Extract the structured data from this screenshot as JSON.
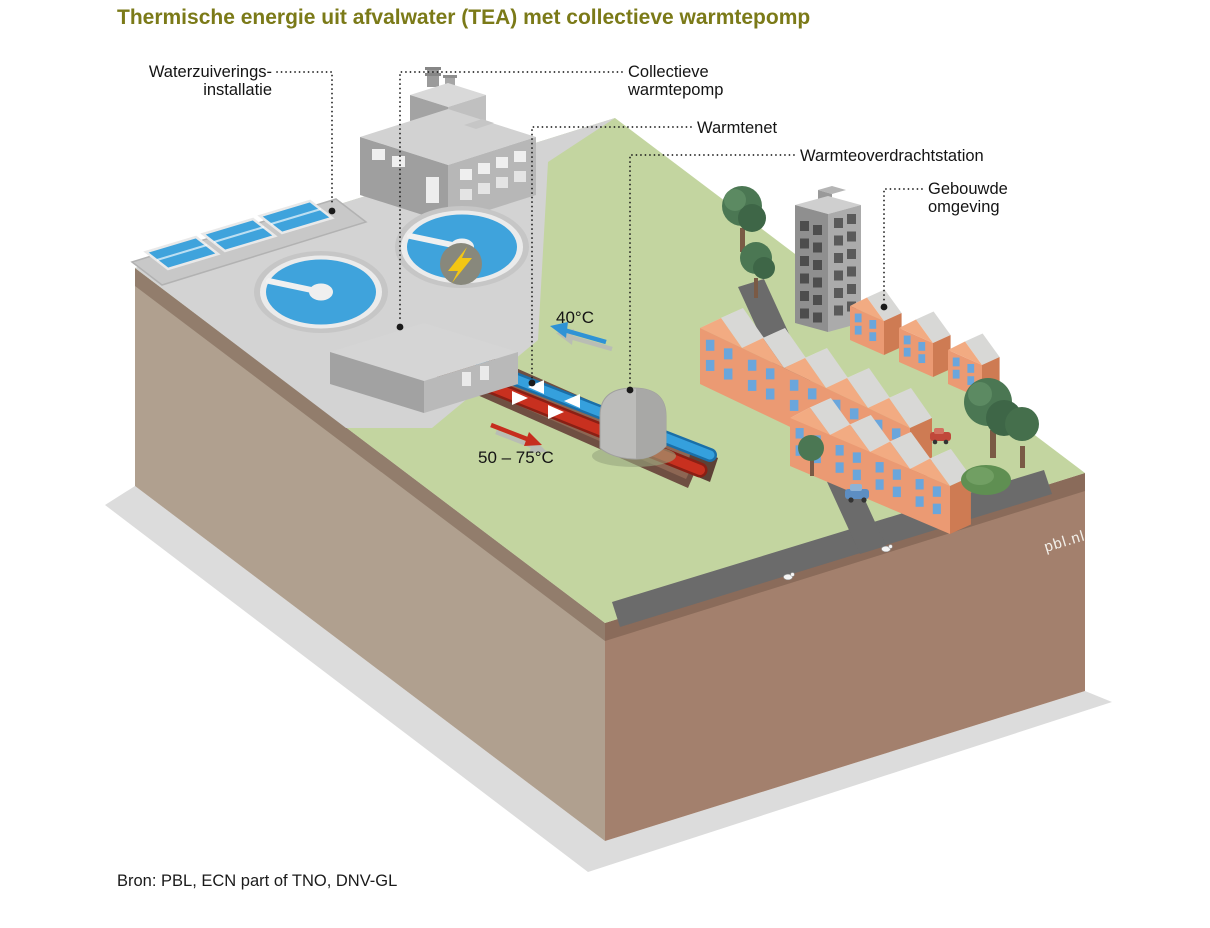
{
  "title": "Thermische energie uit afvalwater (TEA) met collectieve warmtepomp",
  "source": "Bron: PBL, ECN part of TNO, DNV-GL",
  "watermark": "pbl.nl",
  "labels": {
    "waterzuivering": {
      "line1": "Waterzuiverings-",
      "line2": "installatie"
    },
    "warmtepomp": {
      "line1": "Collectieve",
      "line2": "warmtepomp"
    },
    "warmtenet": "Warmtenet",
    "overdrachtstation": "Warmteoverdrachtstation",
    "gebouwde": {
      "line1": "Gebouwde",
      "line2": "omgeving"
    }
  },
  "temperatures": {
    "retour": "40°C",
    "aanvoer": "50 – 75°C"
  },
  "colors": {
    "title": "#7b7a18",
    "grass": "#c3d5a0",
    "pavement": "#d3d3d3",
    "earth_front": "#a3806d",
    "earth_side": "#b0a08f",
    "water": "#3fa3dc",
    "pipe_hot": "#c8301f",
    "pipe_cold": "#35a0dd",
    "house_wall": "#eb9a73",
    "road": "#6b6b6b",
    "tree": "#4b7753"
  }
}
